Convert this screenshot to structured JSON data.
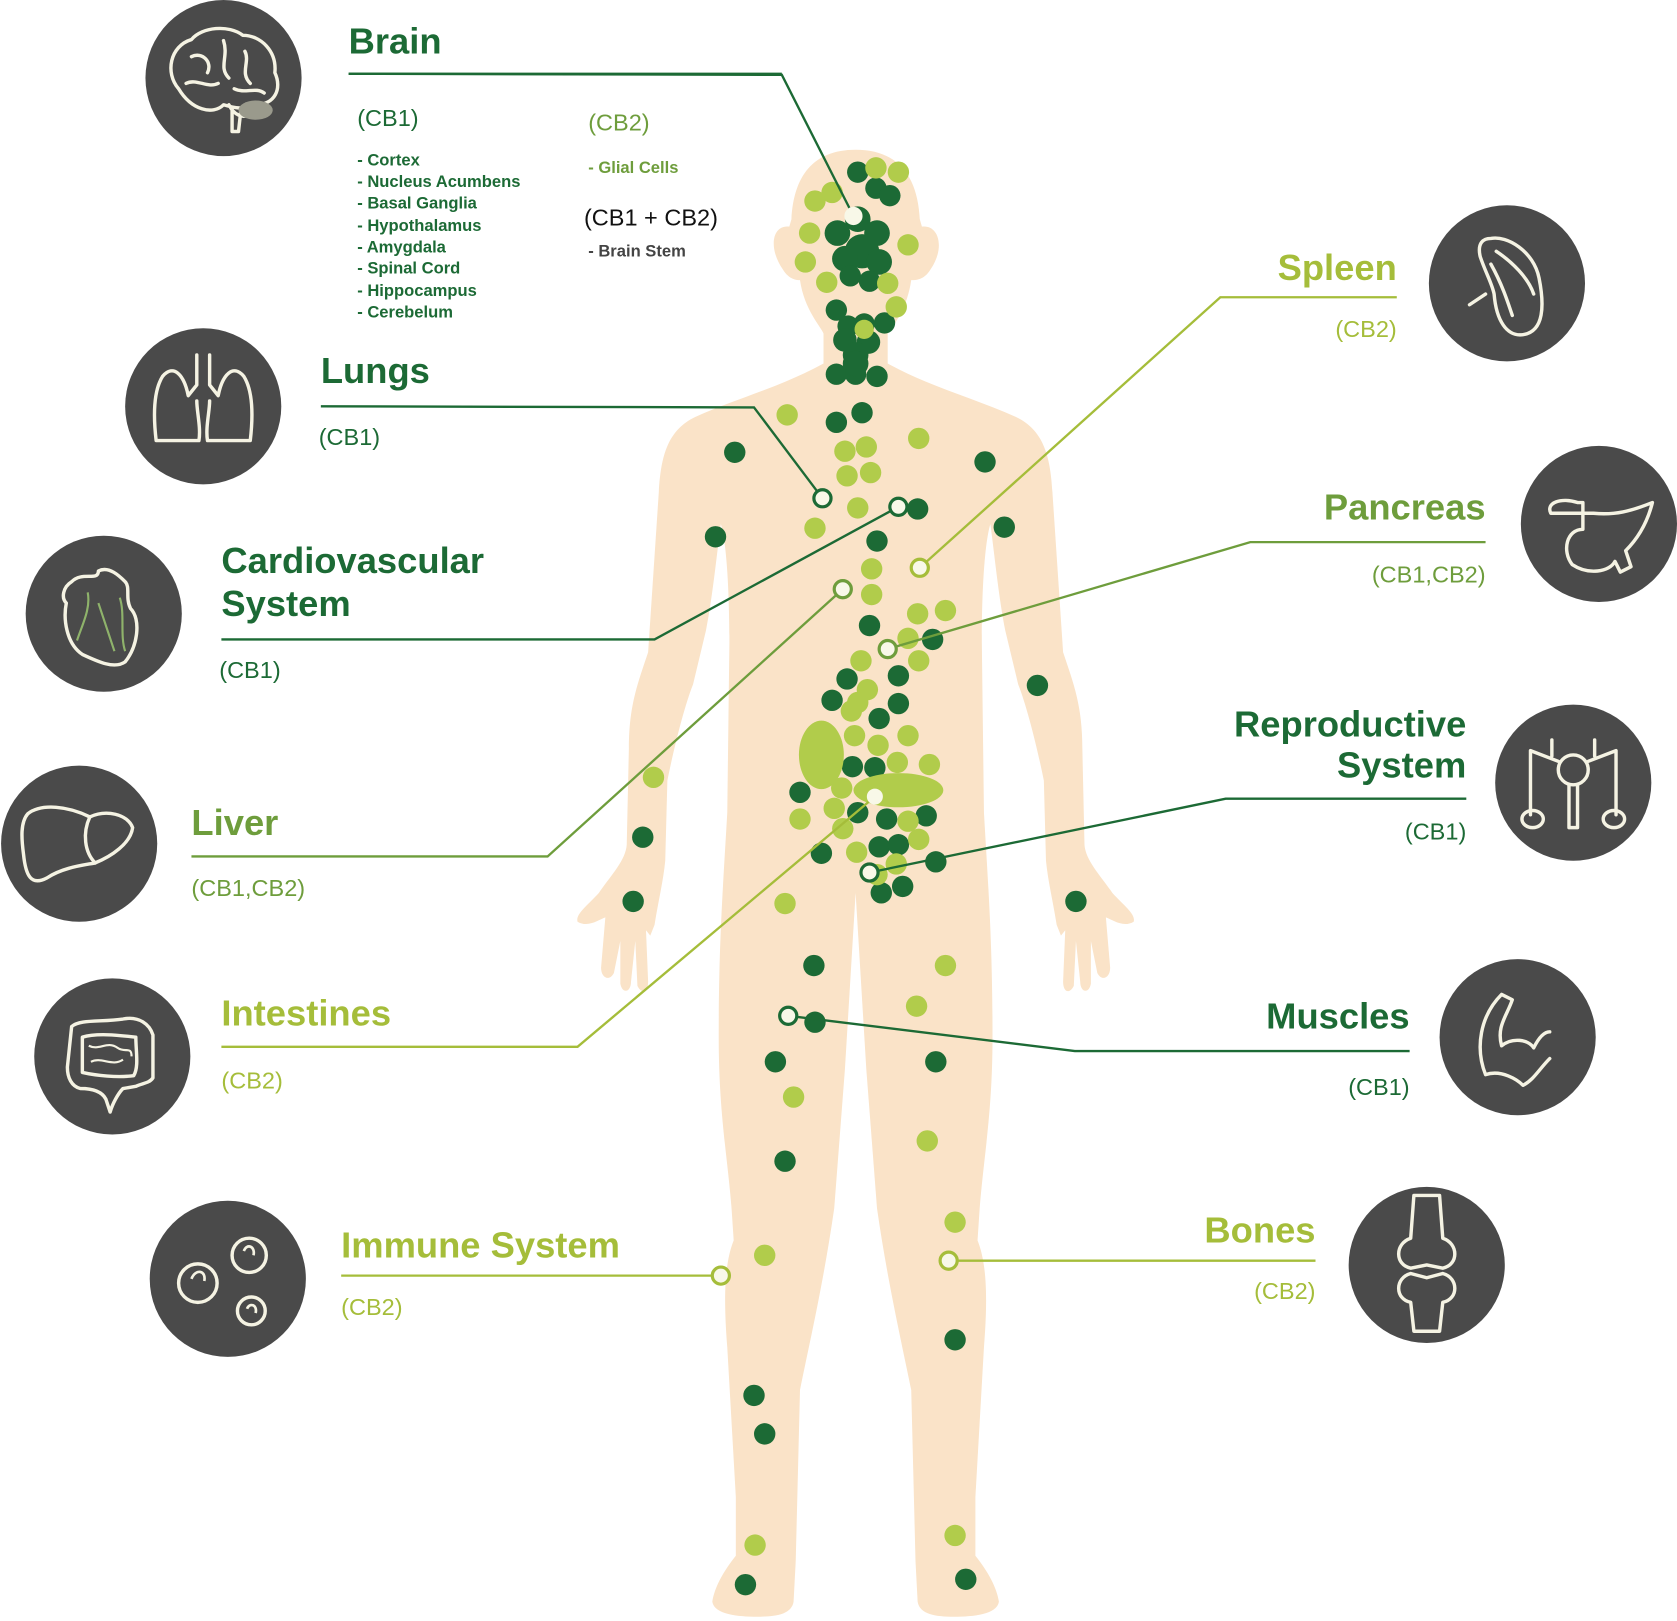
{
  "colors": {
    "dark_green": "#1c6a35",
    "mid_green": "#6e9d3c",
    "light_green": "#a5bd3a",
    "dot_light": "#b1cc4b",
    "skin": "#fae3c8",
    "icon_bg": "#4a4a4a",
    "icon_line": "#f5f3e3",
    "marker_fill": "#f8f8e8"
  },
  "brain": {
    "title": "Brain",
    "cb1_heading": "(CB1)",
    "cb1_items": [
      "- Cortex",
      "- Nucleus Acumbens",
      "- Basal Ganglia",
      "- Hypothalamus",
      "- Amygdala",
      "- Spinal Cord",
      "- Hippocampus",
      "- Cerebelum"
    ],
    "cb2_heading": "(CB2)",
    "cb2_items": [
      "- Glial Cells"
    ],
    "both_heading": "(CB1 + CB2)",
    "both_items": [
      "- Brain Stem"
    ]
  },
  "organs": {
    "lungs": {
      "title": "Lungs",
      "receptors": "(CB1)"
    },
    "cardio": {
      "title_line1": "Cardiovascular",
      "title_line2": "System",
      "receptors": "(CB1)"
    },
    "liver": {
      "title": "Liver",
      "receptors": "(CB1,CB2)"
    },
    "intestines": {
      "title": "Intestines",
      "receptors": "(CB2)"
    },
    "immune": {
      "title": "Immune System",
      "receptors": "(CB2)"
    },
    "spleen": {
      "title": "Spleen",
      "receptors": "(CB2)"
    },
    "pancreas": {
      "title": "Pancreas",
      "receptors": "(CB1,CB2)"
    },
    "reproductive": {
      "title_line1": "Reproductive",
      "title_line2": "System",
      "receptors": "(CB1)"
    },
    "muscles": {
      "title": "Muscles",
      "receptors": "(CB1)"
    },
    "bones": {
      "title": "Bones",
      "receptors": "(CB2)"
    }
  },
  "legend_semantics": {
    "dark_dot": "CB1 receptor",
    "light_dot": "CB2 receptor"
  }
}
